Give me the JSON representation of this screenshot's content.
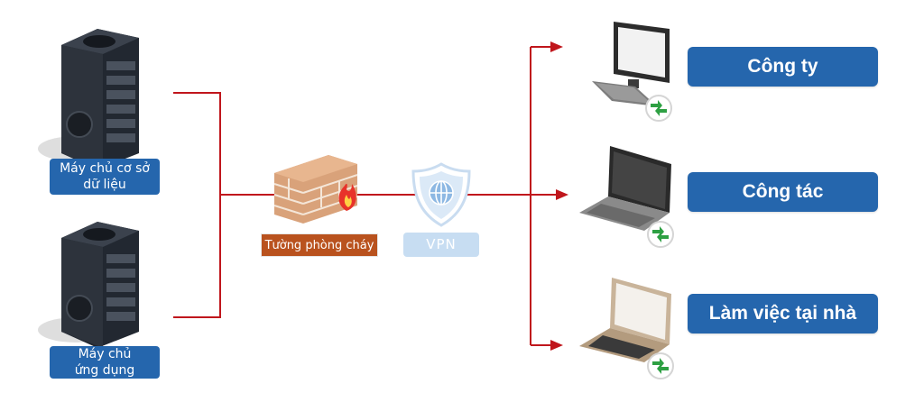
{
  "servers": [
    {
      "label_line1": "Máy chủ cơ sở",
      "label_line2": "dữ liệu"
    },
    {
      "label_line1": "Máy chủ",
      "label_line2": "ứng dụng"
    }
  ],
  "firewall": {
    "label": "Tường phòng cháy"
  },
  "vpn": {
    "label": "VPN"
  },
  "destinations": [
    {
      "label": "Công ty",
      "device": "desktop-computer"
    },
    {
      "label": "Công tác",
      "device": "laptop"
    },
    {
      "label": "Làm việc tại nhà",
      "device": "laptop"
    }
  ],
  "colors": {
    "wire": "#c0161c",
    "label_blue": "#2566ad",
    "firewall_label": "#b9521e",
    "vpn_label": "#c7ddf2"
  }
}
